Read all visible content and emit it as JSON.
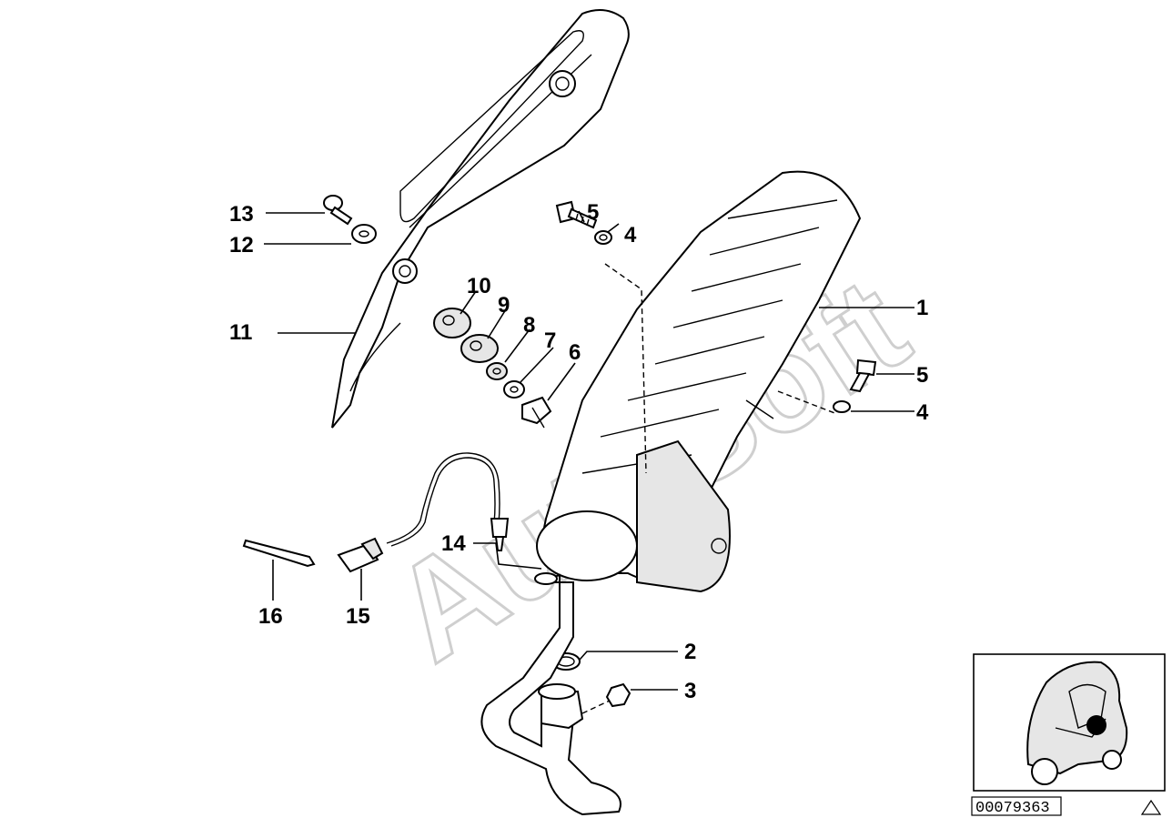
{
  "watermark": "AutoSoft",
  "doc_number": "00079363",
  "callouts": {
    "c1": "1",
    "c2": "2",
    "c3": "3",
    "c4a": "4",
    "c4b": "4",
    "c5a": "5",
    "c5b": "5",
    "c6": "6",
    "c7": "7",
    "c8": "8",
    "c9": "9",
    "c10": "10",
    "c11": "11",
    "c12": "12",
    "c13": "13",
    "c14": "14",
    "c15": "15",
    "c16": "16"
  },
  "icons": {
    "thumbnail": "scooter-thumbnail-icon",
    "corner": "triangle-icon"
  }
}
